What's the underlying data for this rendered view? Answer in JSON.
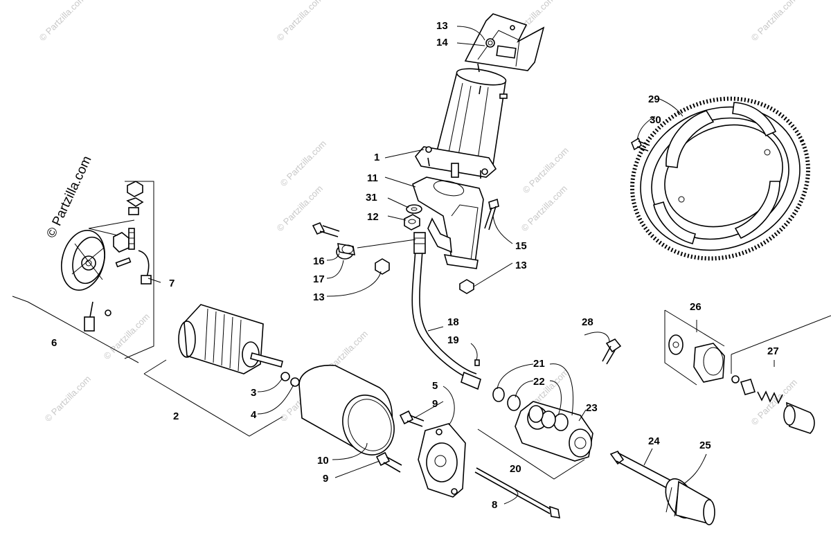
{
  "copyright": "© Partzilla.com",
  "watermark": "© Partzilla.com",
  "part_labels": {
    "p1": "1",
    "p2": "2",
    "p3": "3",
    "p4": "4",
    "p5": "5",
    "p6": "6",
    "p7": "7",
    "p8": "8",
    "p9a": "9",
    "p9b": "9",
    "p10": "10",
    "p11": "11",
    "p12": "12",
    "p13a": "13",
    "p13b": "13",
    "p13c": "13",
    "p14": "14",
    "p15": "15",
    "p16": "16",
    "p17": "17",
    "p18": "18",
    "p19": "19",
    "p20": "20",
    "p21": "21",
    "p22": "22",
    "p23": "23",
    "p24": "24",
    "p25": "25",
    "p26": "26",
    "p27": "27",
    "p28": "28",
    "p29": "29",
    "p30": "30",
    "p31": "31"
  }
}
